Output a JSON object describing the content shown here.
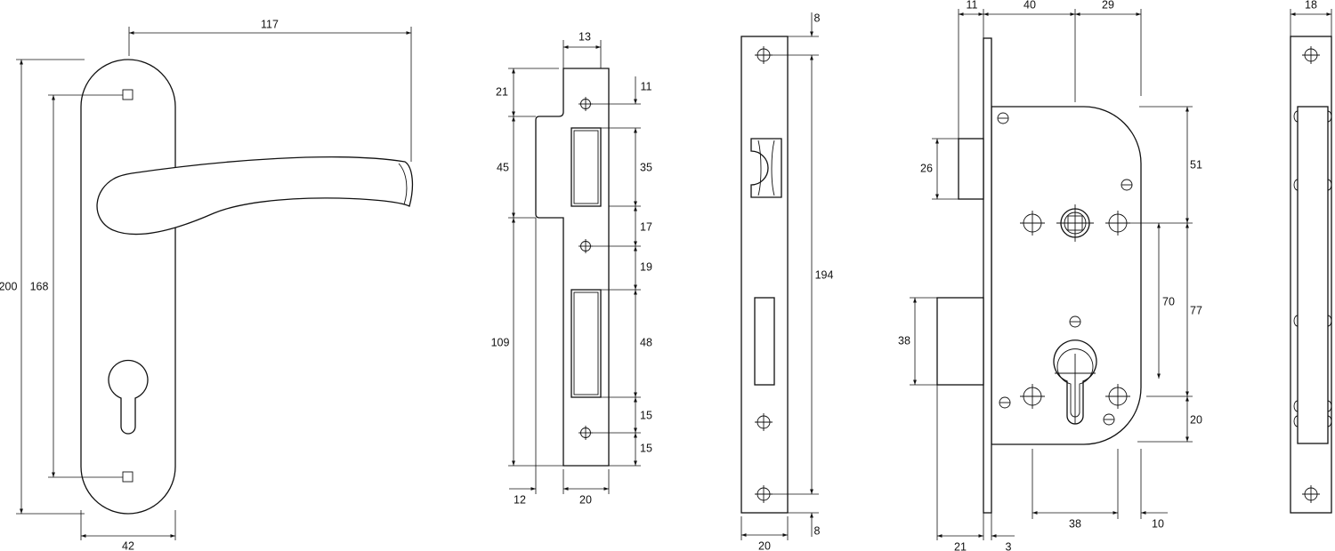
{
  "drawings": {
    "handle": {
      "dims": [
        "117",
        "200",
        "168",
        "42"
      ]
    },
    "strike_plate": {
      "dims": [
        "13",
        "21",
        "11",
        "45",
        "35",
        "17",
        "19",
        "109",
        "48",
        "15",
        "15",
        "12",
        "20"
      ]
    },
    "faceplate": {
      "dims": [
        "8",
        "194",
        "8",
        "20"
      ]
    },
    "lock_body": {
      "dims": [
        "11",
        "40",
        "29",
        "26",
        "51",
        "70",
        "77",
        "38",
        "20",
        "21",
        "3",
        "38",
        "10"
      ]
    },
    "side_view": {
      "dims": [
        "18"
      ]
    }
  },
  "colors": {
    "line": "#111111",
    "background": "#ffffff"
  }
}
